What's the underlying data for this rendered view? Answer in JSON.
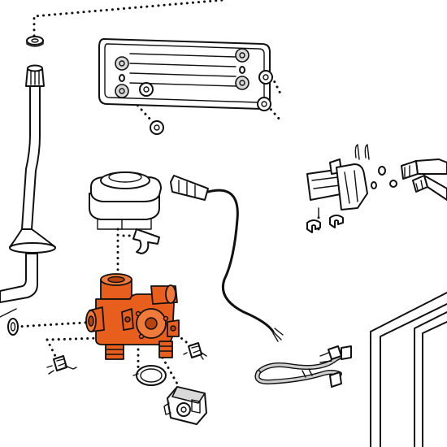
{
  "diagram": {
    "type": "exploded-parts-view",
    "highlight_color": "#e85f1d",
    "highlight_dark": "#b8430f",
    "line_color": "#111111",
    "background": "#ffffff",
    "parts": [
      "plate-heat-exchanger",
      "flow-pipe",
      "sealing-washer",
      "diverter-valve-actuator",
      "retaining-clip",
      "actuator-wiring-plug",
      "diverter-valve-body",
      "pressure-sensor-left",
      "pressure-sensor-right",
      "o-ring-seal",
      "flow-sensor-unit",
      "pressure-switch-assembly",
      "wiring-harness",
      "boiler-frame"
    ]
  }
}
